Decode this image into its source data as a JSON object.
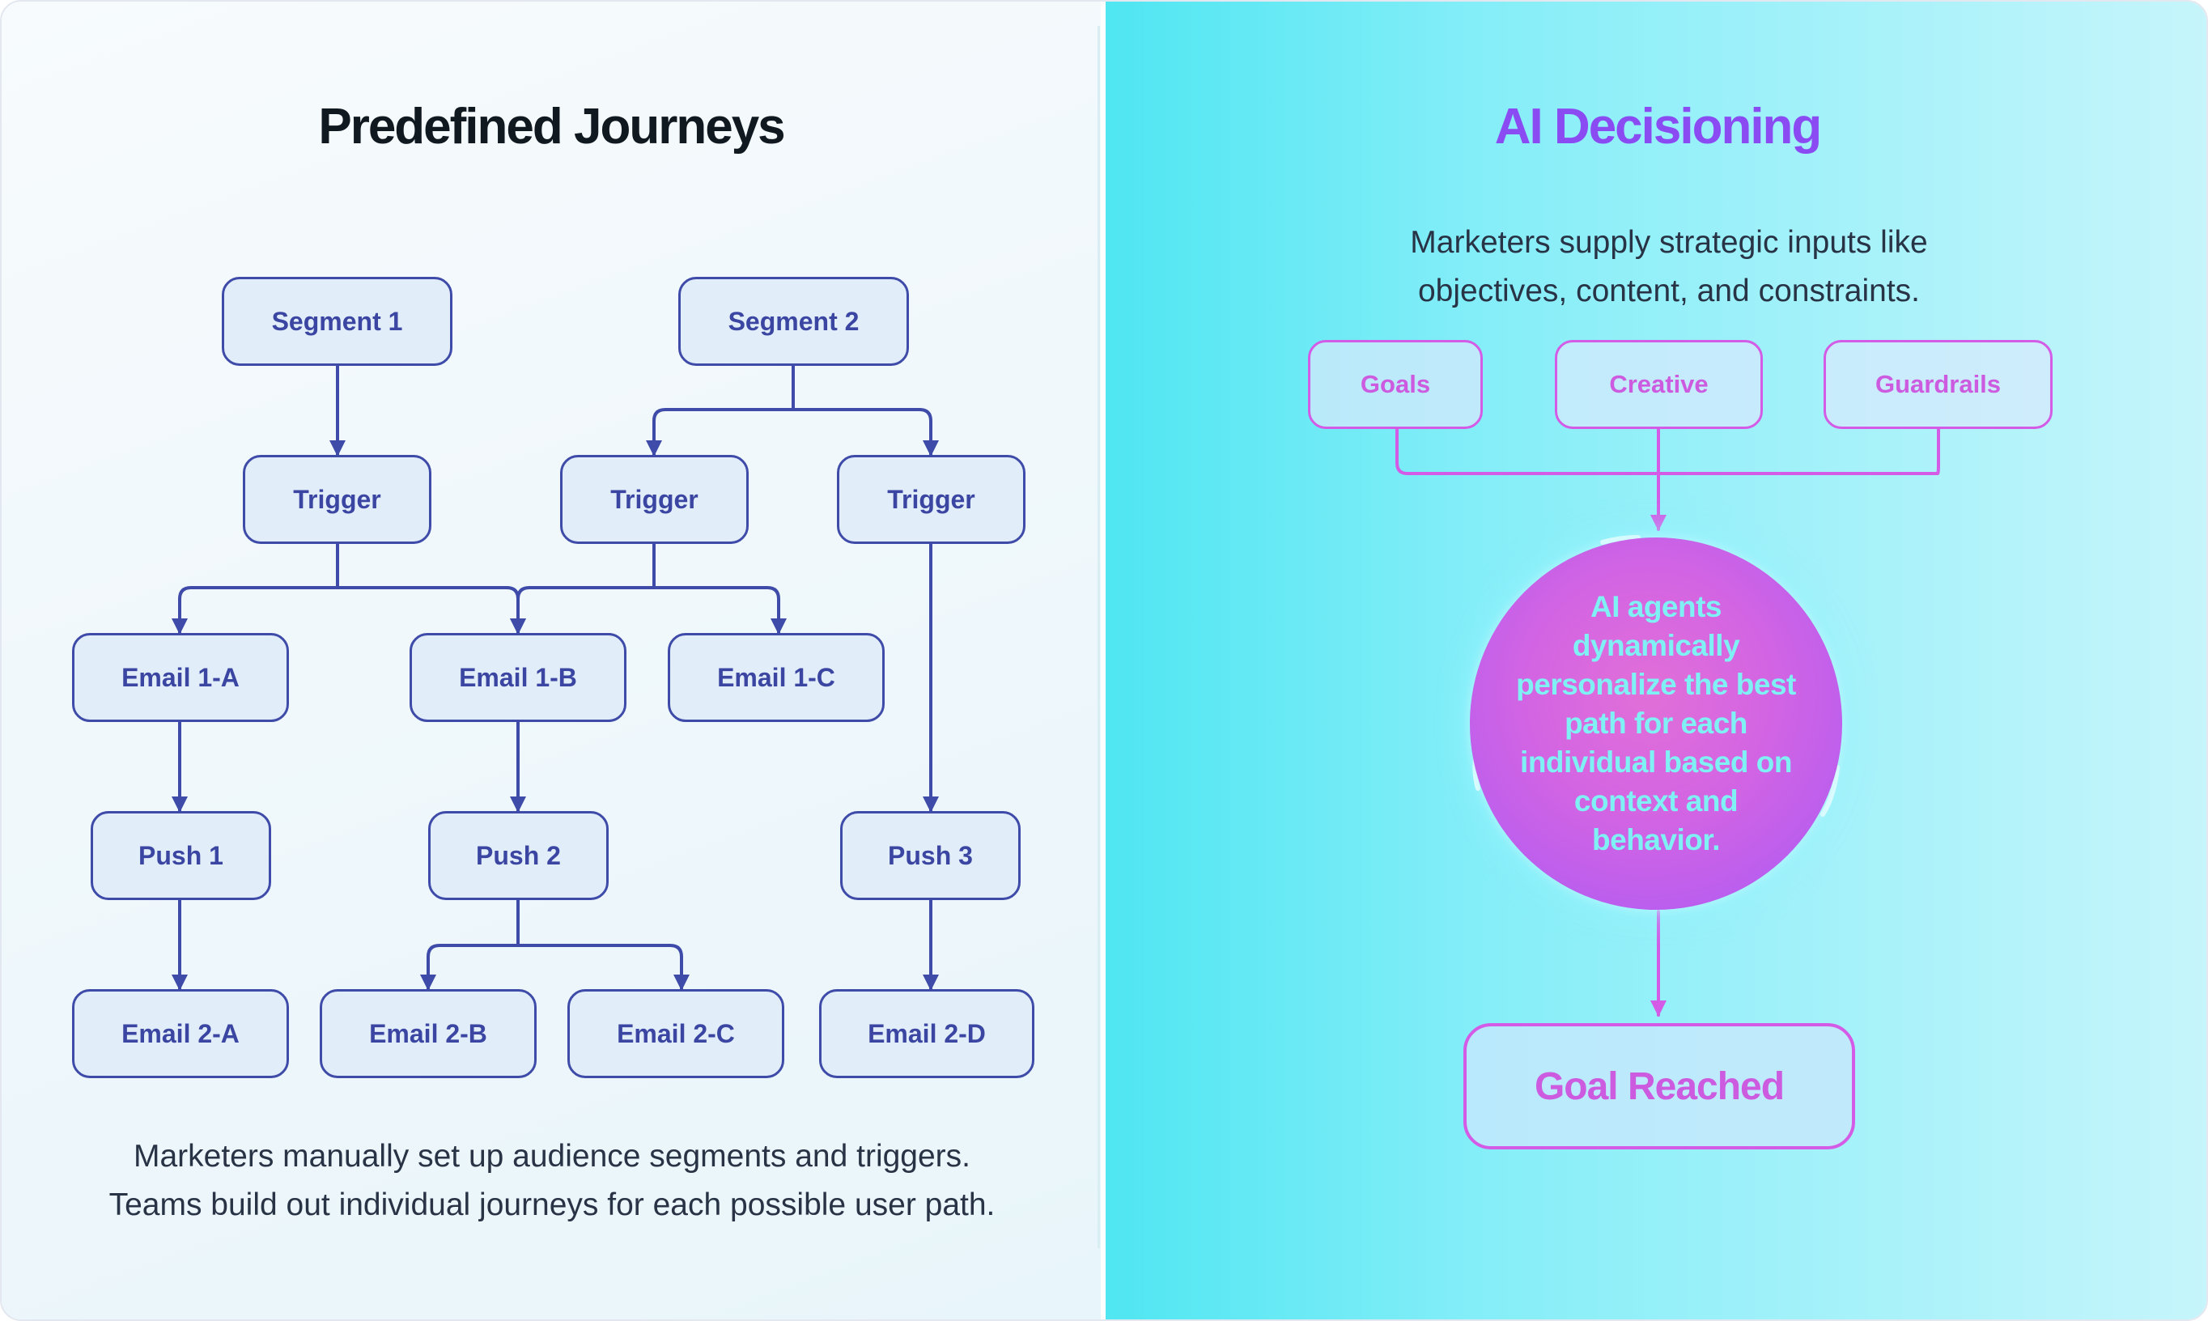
{
  "left_panel": {
    "title": "Predefined Journeys",
    "caption_lines": [
      "Marketers manually set up audience segments and triggers.",
      "Teams build out individual journeys for each possible user path."
    ],
    "nodes": {
      "segment_1": "Segment 1",
      "segment_2": "Segment 2",
      "trigger_1": "Trigger",
      "trigger_2": "Trigger",
      "trigger_3": "Trigger",
      "email_1a": "Email 1-A",
      "email_1b": "Email 1-B",
      "email_1c": "Email 1-C",
      "push_1": "Push 1",
      "push_2": "Push 2",
      "push_3": "Push 3",
      "email_2a": "Email 2-A",
      "email_2b": "Email 2-B",
      "email_2c": "Email 2-C",
      "email_2d": "Email 2-D"
    }
  },
  "right_panel": {
    "title": "AI Decisioning",
    "caption_lines": [
      "Marketers supply strategic inputs like",
      "objectives, content, and constraints."
    ],
    "inputs": {
      "goals": "Goals",
      "creative": "Creative",
      "guardrails": "Guardrails"
    },
    "ai_text": "AI agents dynamically personalize the best path for each individual based on context and behavior.",
    "goal": "Goal Reached"
  },
  "colors": {
    "left_accent": "#3e4ba8",
    "right_accent": "#d35be6",
    "right_title": "#8b4bf2"
  }
}
